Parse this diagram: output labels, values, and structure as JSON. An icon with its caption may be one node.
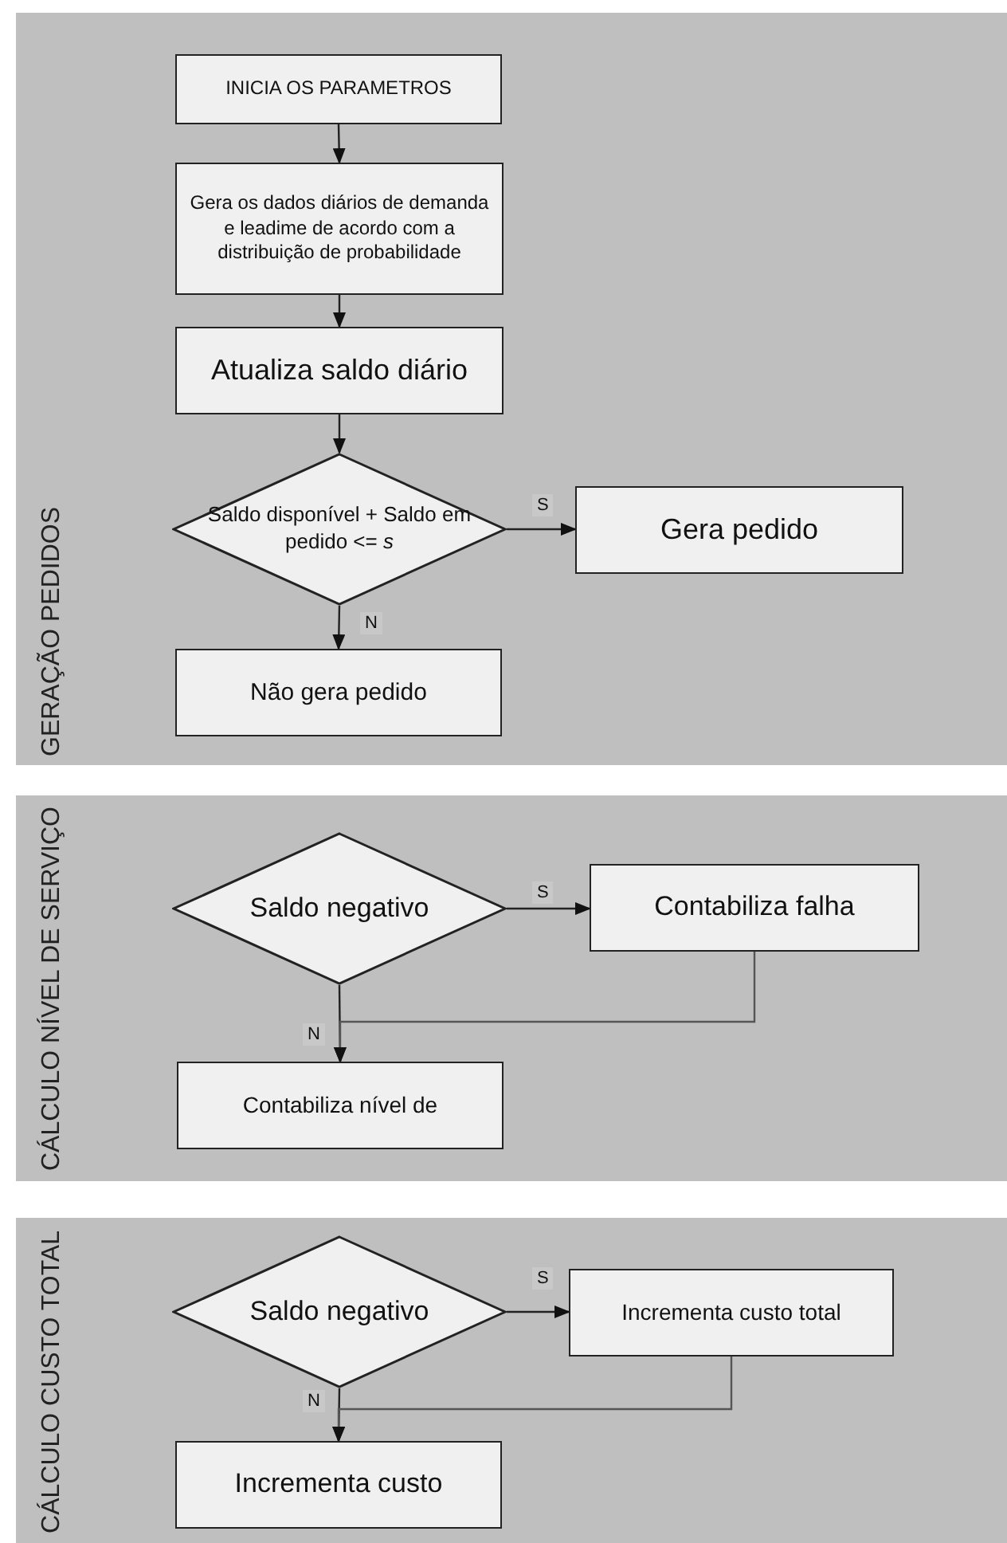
{
  "diagram": {
    "nodes": [
      {
        "text": [
          "GERAÇÃO PEDIDOS"
        ]
      },
      {
        "text": [
          "INICIA OS PARAMETROS"
        ],
        "in": 0
      },
      {
        "text": [
          "Gera os dados diários de demanda e leadime de acordo com a distribuição de probabilidade"
        ],
        "in": 0
      },
      {
        "text": [
          "Atualiza saldo diário"
        ],
        "in": 0
      },
      {
        "text": [
          "Saldo disponível + Saldo em pedido <= *s*"
        ],
        "in": 0
      },
      {
        "text": [
          "Gera pedido"
        ],
        "in": 0
      },
      {
        "text": [
          "Não gera pedido"
        ],
        "in": 0
      },
      {
        "text": [
          "CÁLCULO NÍVEL DE SERVIÇO"
        ]
      },
      {
        "text": [
          "Saldo negativo"
        ],
        "in": 7
      },
      {
        "text": [
          "Contabiliza falha"
        ],
        "in": 7
      },
      {
        "text": [
          "Contabiliza nível de"
        ],
        "in": 7
      },
      {
        "text": [
          "CÁLCULO CUSTO TOTAL"
        ]
      },
      {
        "text": [
          "Saldo negativo"
        ],
        "in": 11
      },
      {
        "text": [
          "Incrementa custo total"
        ],
        "in": 11
      },
      {
        "text": [
          "Incrementa custo"
        ],
        "in": 11
      }
    ],
    "edges": [
      {
        "from": 1,
        "to": 2,
        "arrow": "to"
      },
      {
        "from": 2,
        "to": 3,
        "arrow": "to"
      },
      {
        "from": 3,
        "to": 4,
        "arrow": "to"
      },
      {
        "from": 4,
        "to": 5,
        "arrow": "to",
        "label": "S"
      },
      {
        "from": 4,
        "to": 6,
        "arrow": "to",
        "label": "N"
      },
      {
        "from": 8,
        "to": 9,
        "arrow": "to",
        "label": "S"
      },
      {
        "from": 8,
        "to": 10,
        "arrow": "to",
        "label": "N"
      },
      {
        "from": 9,
        "to": 10,
        "arrow": "to"
      },
      {
        "from": 12,
        "to": 13,
        "arrow": "to",
        "label": "S"
      },
      {
        "from": 12,
        "to": 14,
        "arrow": "to",
        "label": "N"
      },
      {
        "from": 13,
        "to": 14,
        "arrow": "to"
      }
    ]
  }
}
